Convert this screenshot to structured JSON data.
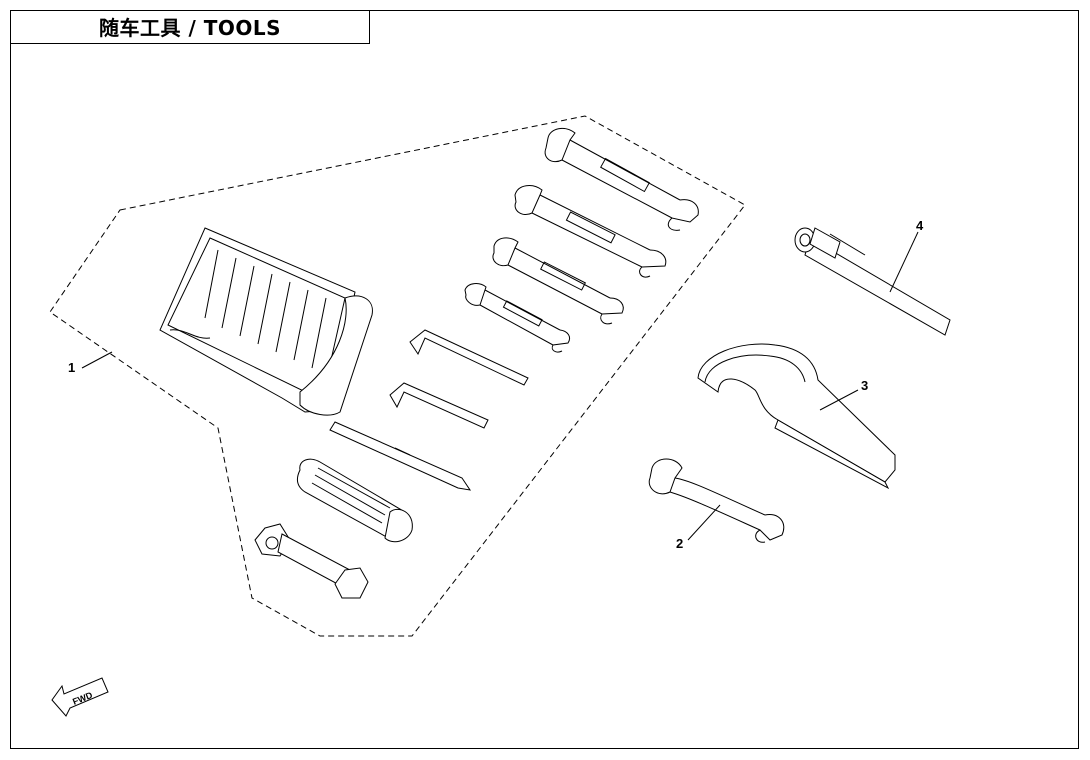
{
  "title": "随车工具 / TOOLS",
  "callouts": [
    {
      "id": "1",
      "label": "1"
    },
    {
      "id": "2",
      "label": "2"
    },
    {
      "id": "3",
      "label": "3"
    },
    {
      "id": "4",
      "label": "4"
    }
  ],
  "fwd_label": "FWD",
  "colors": {
    "line": "#000000",
    "background": "#ffffff"
  }
}
